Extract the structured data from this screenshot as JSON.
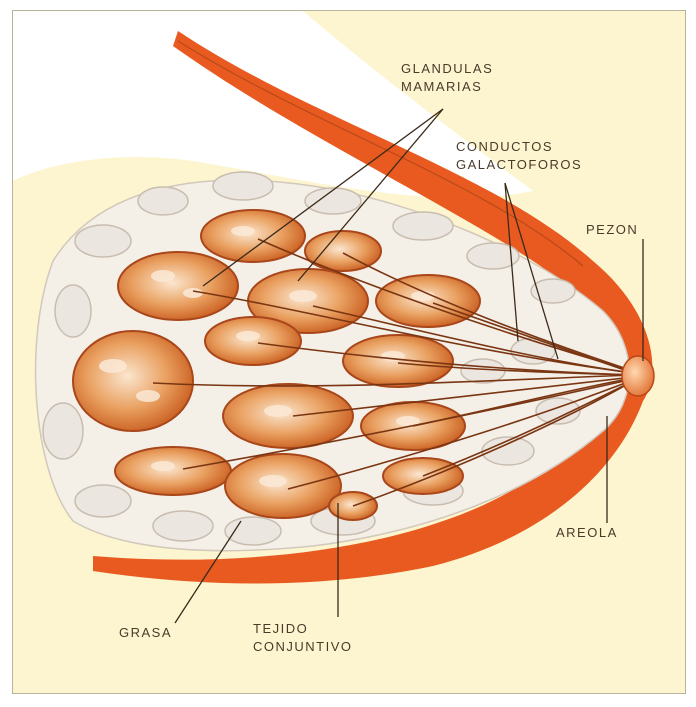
{
  "diagram": {
    "labels": {
      "glandulas_line1": "GLANDULAS",
      "glandulas_line2": "MAMARIAS",
      "conductos_line1": "CONDUCTOS",
      "conductos_line2": "GALACTOFOROS",
      "pezon": "PEZON",
      "areola": "AREOLA",
      "grasa": "GRASA",
      "tejido_line1": "TEJIDO",
      "tejido_line2": "CONJUNTIVO"
    },
    "colors": {
      "background": "#fdf5cf",
      "skin": "#e85a20",
      "lobule": "#d8772e",
      "lobule_highlight": "#f6d9b8",
      "fat": "#eeeae4",
      "line": "#3a2a1a"
    }
  }
}
